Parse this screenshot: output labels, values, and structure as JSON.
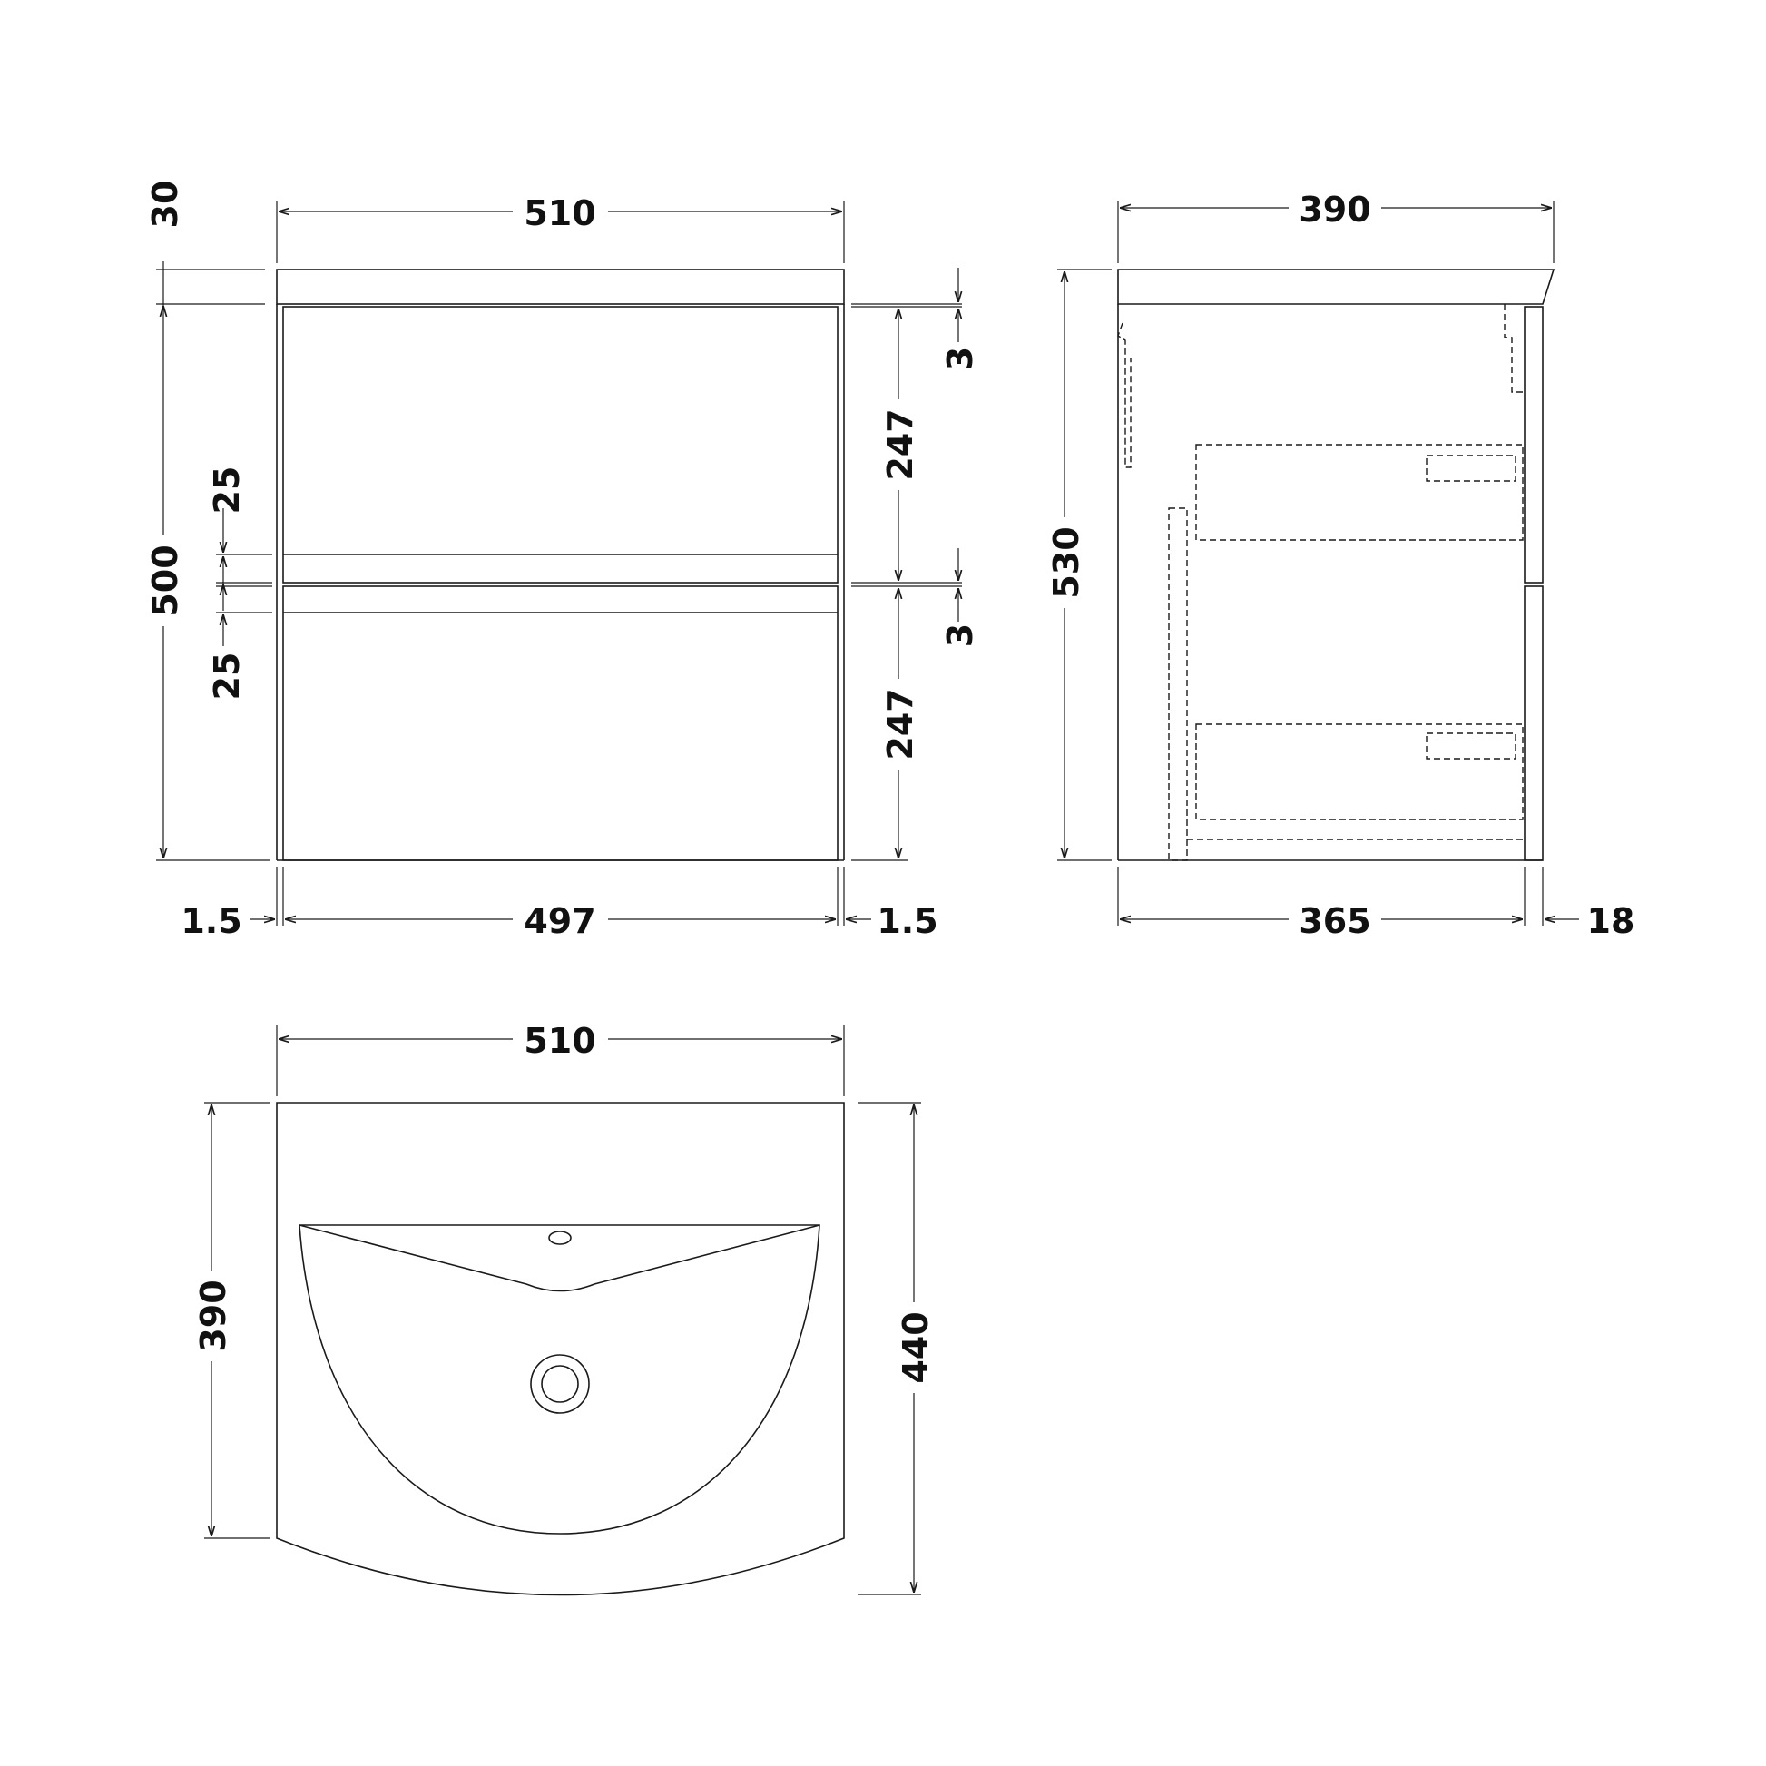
{
  "front_view": {
    "overall_width": "510",
    "top_thickness": "30",
    "body_height": "500",
    "drawer_top_height": "247",
    "drawer_bottom_height": "247",
    "gap_top": "3",
    "gap_middle": "3",
    "handle_upper": "25",
    "handle_lower": "25",
    "side_left": "1.5",
    "drawer_width": "497",
    "side_right": "1.5"
  },
  "side_view": {
    "overall_depth": "390",
    "overall_height": "530",
    "carcass_depth": "365",
    "front_thickness": "18"
  },
  "plan_view": {
    "overall_width": "510",
    "side_depth": "390",
    "center_depth": "440"
  }
}
